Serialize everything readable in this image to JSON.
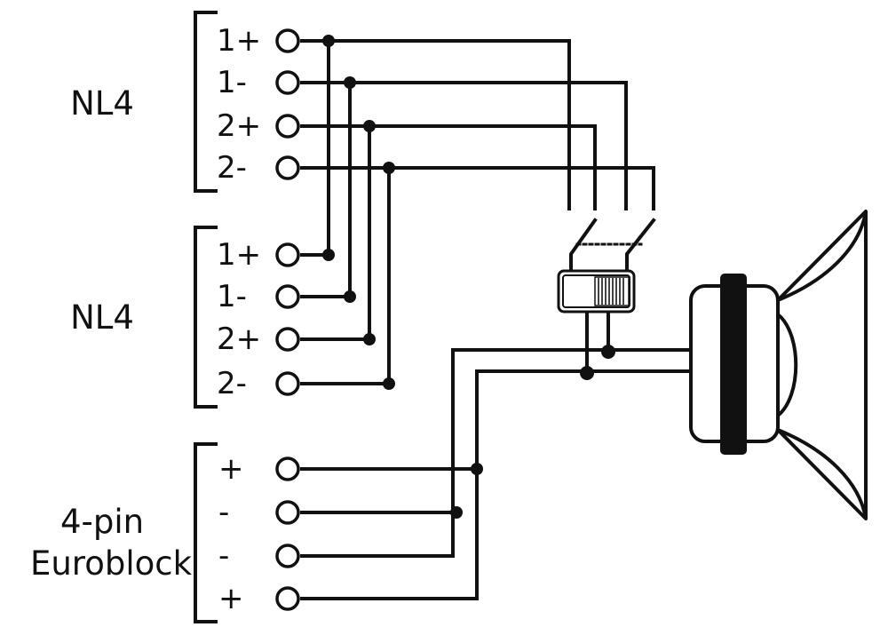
{
  "groups": [
    {
      "label": "NL4",
      "pins": [
        "1+",
        "1-",
        "2+",
        "2-"
      ]
    },
    {
      "label": "NL4",
      "pins": [
        "1+",
        "1-",
        "2+",
        "2-"
      ]
    },
    {
      "label_line1": "4-pin",
      "label_line2": "Euroblock",
      "pins": [
        "+",
        "-",
        "-",
        "+"
      ]
    }
  ],
  "colors": {
    "line": "#111111",
    "background": "#ffffff"
  }
}
